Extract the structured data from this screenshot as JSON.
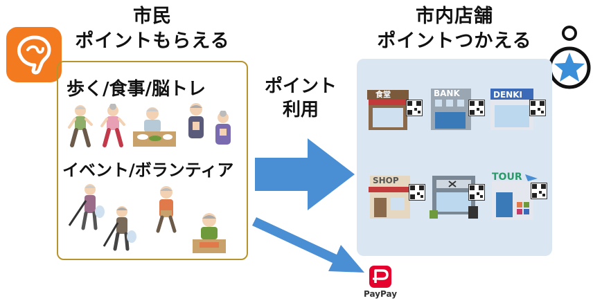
{
  "left": {
    "title_line1": "市民",
    "title_line2": "ポイントもらえる",
    "activity1": "歩く/食事/脳トレ",
    "activity2": "イベント/ボランティア"
  },
  "center": {
    "label_line1": "ポイント",
    "label_line2": "利用"
  },
  "right": {
    "title_line1": "市内店舗",
    "title_line2": "ポイントつかえる",
    "shops": [
      {
        "sign": "食堂"
      },
      {
        "sign": "BANK"
      },
      {
        "sign": "DENKI"
      },
      {
        "sign": "SHOP"
      },
      {
        "sign": ""
      },
      {
        "sign": "TOUR"
      }
    ]
  },
  "paypay": {
    "label": "PayPay"
  },
  "colors": {
    "app_icon": "#f47a20",
    "box_border": "#b8922a",
    "shop_panel": "#dbe6f3",
    "arrow": "#4a8fd4",
    "paypay_red": "#e6002d",
    "star": "#3a8fd8"
  }
}
